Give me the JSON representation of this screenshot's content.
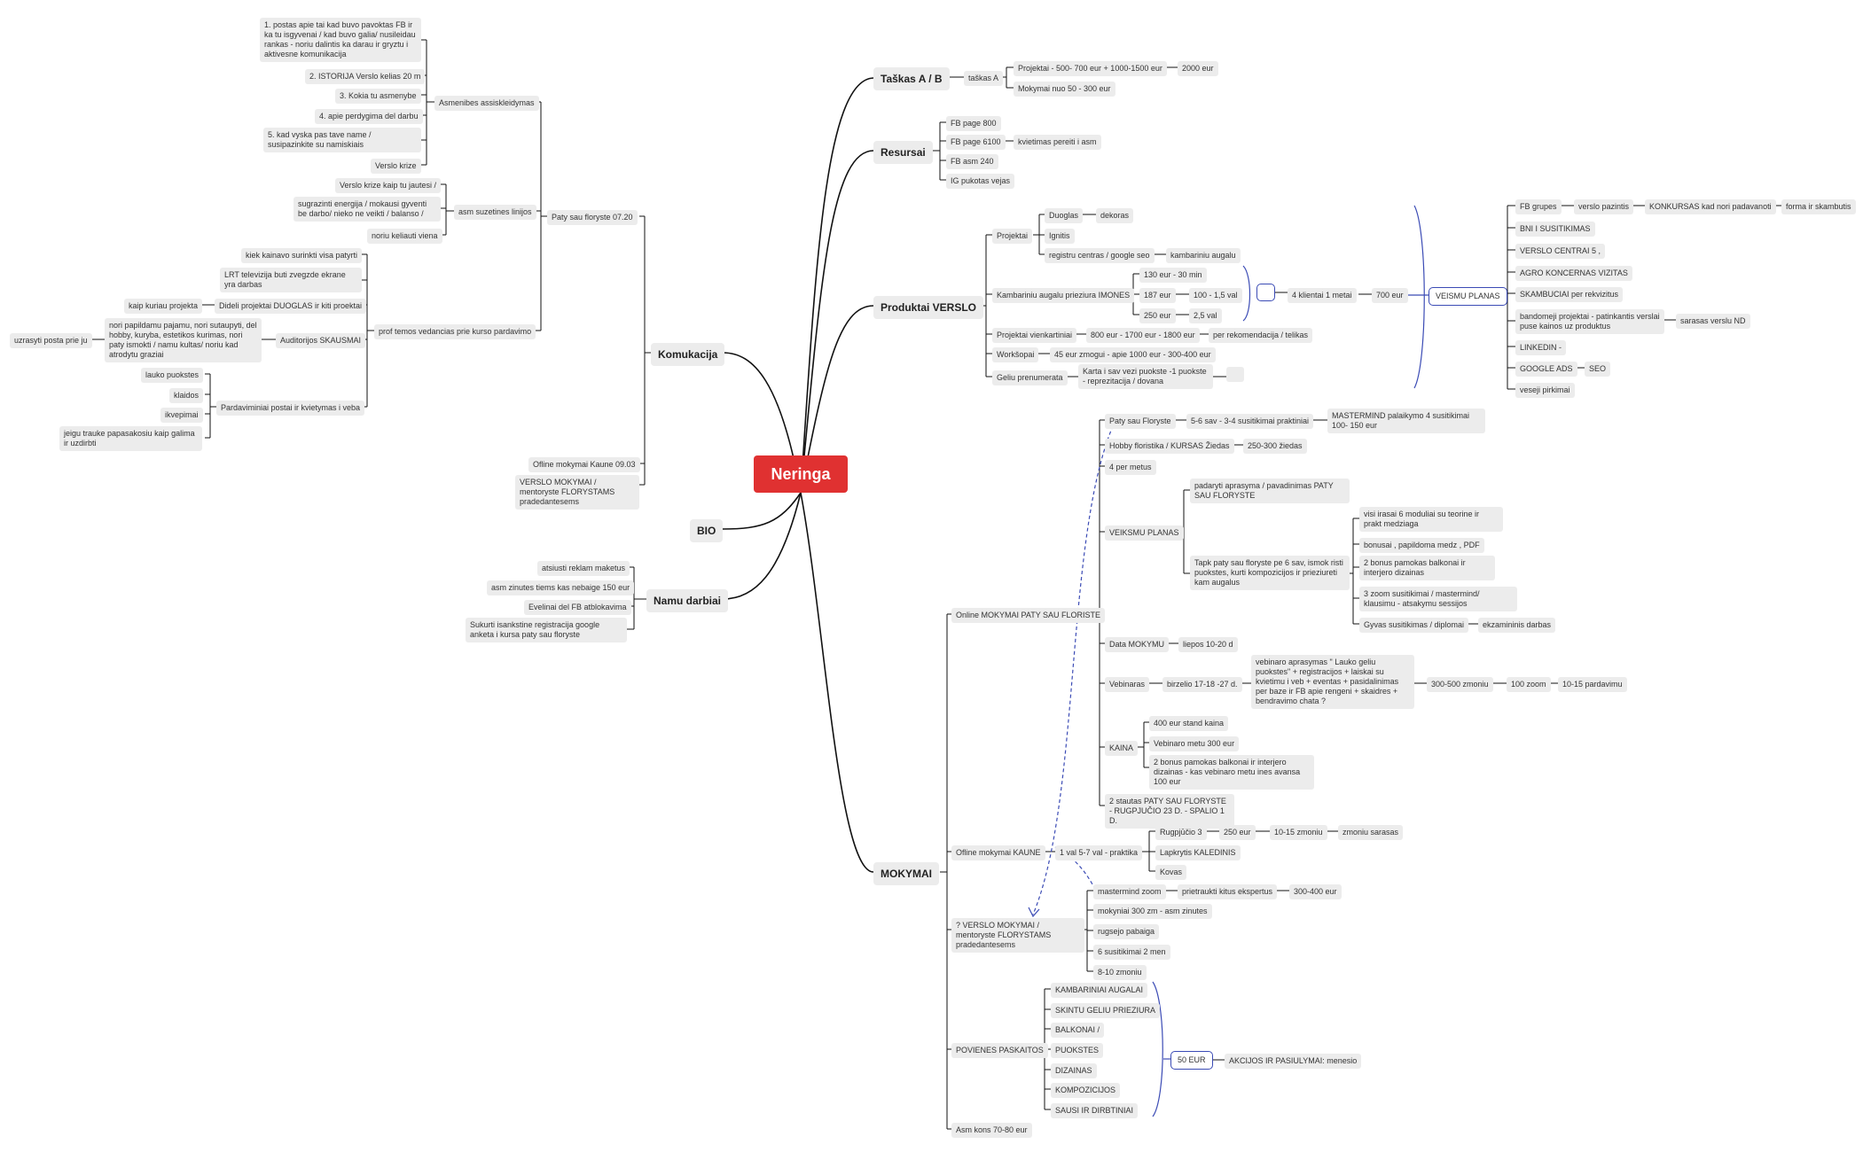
{
  "colors": {
    "root": "#e03131",
    "line": "#111111",
    "link": "#3b4bb5",
    "node": "#ececec"
  },
  "root": "Neringa",
  "taskas": {
    "label": "Taškas A / B",
    "a": "taškas A",
    "p1": "Projektai - 500- 700 eur + 1000-1500 eur",
    "p1b": "2000 eur",
    "p2": "Mokymai nuo 50 - 300 eur"
  },
  "resursai": {
    "label": "Resursai",
    "i1": "FB page 800",
    "i2": "FB page 6100",
    "i2b": "kvietimas pereiti i asm",
    "i3": "FB asm 240",
    "i4": "IG pukotas vejas"
  },
  "produktai": {
    "label": "Produktai VERSLO",
    "proj": "Projektai",
    "duog": "Duoglas",
    "dek": "dekoras",
    "ign": "Ignitis",
    "reg": "registru centras / google seo",
    "kamb": "kambariniu augalu",
    "kap": "Kambariniu augalu prieziura IMONES",
    "k1": "130 eur - 30 min",
    "k2": "187 eur",
    "k2b": "100 - 1,5 val",
    "k3": "250 eur",
    "k3b": "2,5 val",
    "kl": "4 klientai  1 metai",
    "kle": "700 eur",
    "vien": "Projektai vienkartiniai",
    "vienb": "800 eur - 1700 eur - 1800 eur",
    "vienc": "per rekomendacija / telikas",
    "work": "Workšopai",
    "workb": "45 eur zmogui - apie 1000 eur - 300-400 eur",
    "gel": "Geliu prenumerata",
    "gelb": "Karta i sav vezi puokste -1 puokste - reprezitacija / dovana",
    "vp": "VEISMU PLANAS",
    "f1": "FB grupes",
    "f1b": "verslo pazintis",
    "f1c": "KONKURSAS kad nori padavanoti",
    "f1d": "forma ir skambutis",
    "f2": "BNI I SUSITIKIMAS",
    "f3": "VERSLO CENTRAI 5 ,",
    "f4": "AGRO KONCERNAS VIZITAS",
    "f5": "SKAMBUCIAI per rekvizitus",
    "f6": "bandomeji projektai - patinkantis verslai puse kainos uz produktus",
    "f6b": "sarasas verslu ND",
    "f7": "LINKEDIN -",
    "f8": "GOOGLE ADS",
    "f8b": "SEO",
    "f9": "veseji pirkimai"
  },
  "mokymai": {
    "label": "MOKYMAI",
    "online": "Online MOKYMAI PATY SAU FLORISTE",
    "psf": "Paty sau Floryste",
    "psfb": "5-6 sav - 3-4 susitikimai praktiniai",
    "psfc": "MASTERMIND  palaikymo 4 susitikimai 100- 150 eur",
    "hob": "Hobby floristika / KURSAS Žiedas",
    "hobb": "250-300 žiedas",
    "per4": "4 per metus",
    "vks": "VEIKSMU PLANAS",
    "vk1": "padaryti aprasyma / pavadinimas PATY SAU FLORYSTE",
    "vk2": "Tapk paty sau floryste pe 6 sav, ismok risti puokstes, kurti kompozicijos ir prieziureti kam augalus",
    "vk2a": "visi irasai 6 moduliai su teorine ir prakt medziaga",
    "vk2b": "bonusai , papildoma medz , PDF",
    "vk2c": "2 bonus pamokas balkonai ir interjero dizainas",
    "vk2d": "3 zoom susitikimai / mastermind/ klausimu - atsakymu sessijos",
    "vk2e": "Gyvas susitikimas / diplomai",
    "vk2f": "ekzamininis darbas",
    "data": "Data MOKYMU",
    "datab": "liepos 10-20 d",
    "veb": "Vebinaras",
    "vebb": "birzelio 17-18 -27 d.",
    "vebc": "vebinaro aprasymas \" Lauko geliu puokstes\"  + registracijos + laiskai su kvietimu i veb + eventas + pasidalinimas per baze ir FB apie rengeni + skaidres + bendravimo chata ?",
    "vebd": "300-500 zmoniu",
    "vebe": "100 zoom",
    "vebf": "10-15 pardavimu",
    "kaina": "KAINA",
    "ka1": "400 eur stand kaina",
    "ka2": "Vebinaro metu 300 eur",
    "ka3": "2 bonus pamokas balkonai ir interjero dizainas - kas vebinaro metu ines avansa 100 eur",
    "srt": "2 stautas PATY SAU FLORYSTE - RUGPJUČIO 23 D. - SPALIO 1 D.",
    "off": "Ofline mokymai KAUNE",
    "offb": "1 val 5-7 val - praktika",
    "rug": "Rugpjūčio 3",
    "rugb": "250 eur",
    "rugc": "10-15 zmoniu",
    "rugd": "zmoniu sarasas",
    "lap": "Lapkrytis KALEDINIS",
    "kov": "Kovas",
    "vm": "? VERSLO MOKYMAI / mentoryste FLORYSTAMS pradedantesems",
    "vm1": "mastermind zoom",
    "vm1b": "prietraukti kitus ekspertus",
    "vm1c": "300-400 eur",
    "vm2": "mokyniai 300 zm - asm zinutes",
    "vm3": "rugsejo pabaiga",
    "vm4": "6 susitikimai 2 men",
    "vm5": "8-10 zmoniu",
    "pov": "POVIENES PASKAITOS",
    "pv1": "KAMBARINIAI AUGALAI",
    "pv2": "SKINTU GELIU PRIEZIURA",
    "pv3": "BALKONAI /",
    "pv4": "PUOKSTES",
    "pv5": "DIZAINAS",
    "pv6": "KOMPOZICIJOS",
    "pv7": "SAUSI IR DIRBTINIAI",
    "pvb": "50 EUR",
    "pvc": "AKCIJOS IR PASIULYMAI: menesio",
    "asm": "Asm kons 70-80  eur"
  },
  "komukacija": {
    "label": "Komukacija",
    "paty": "Paty sau floryste 07.20",
    "asm": "Asmenibes assiskleidymas",
    "a1": "1. postas apie tai kad buvo pavoktas FB ir ka tu isgyvenai / kad buvo galia/ nusileidau rankas - noriu dalintis ka darau ir gryztu i aktivesne komunikacija",
    "a2": "2. ISTORIJA Verslo kelias 20 m",
    "a3": "3. Kokia tu asmenybe",
    "a4": "4. apie perdygima del darbu",
    "a5": "5. kad vyska pas tave name / susipazinkite su namiskiais",
    "a6": "Verslo krize",
    "sus": "asm suzetines linijos",
    "s1": "Verslo krize kaip tu jautesi /",
    "s2": "sugrazinti energija / mokausi gyventi be darbo/ nieko ne veikti / balanso  /",
    "s3": "noriu keliauti viena",
    "prof": "prof temos vedancias prie kurso pardavimo",
    "p1": "kiek kainavo surinkti visa patyrti",
    "p2": "LRT televizija buti zvegzde ekrane yra darbas",
    "p3": "Dideli projektai DUOGLAS ir kiti proektai",
    "p3b": "kaip kuriau projekta",
    "p4": "Auditorijos SKAUSMAI",
    "p4b": "nori papildamu pajamu, nori sutaupyti, del hobby, kuryba, estetikos kurimas, nori paty ismokti / namu kultas/ noriu kad atrodytu graziai",
    "p4c": "uzrasyti posta  prie ju",
    "pard": "Pardaviminiai postai ir kvietymas i veba",
    "pd1": "lauko puokstes",
    "pd2": "klaidos",
    "pd3": "ikvepimai",
    "pd4": "jeigu trauke papasakosiu kaip galima ir uzdirbti",
    "off": "Ofline mokymai Kaune 09.03",
    "vm": "VERSLO MOKYMAI / mentoryste FLORYSTAMS pradedantesems"
  },
  "bio": {
    "label": "BIO"
  },
  "namu": {
    "label": "Namu darbiai",
    "n1": "atsiusti reklam maketus",
    "n2": "asm zinutes tiems kas nebaige 150 eur",
    "n3": "Evelinai del FB atblokavima",
    "n4": "Sukurti isankstine registracija google anketa i kursa paty sau floryste"
  }
}
